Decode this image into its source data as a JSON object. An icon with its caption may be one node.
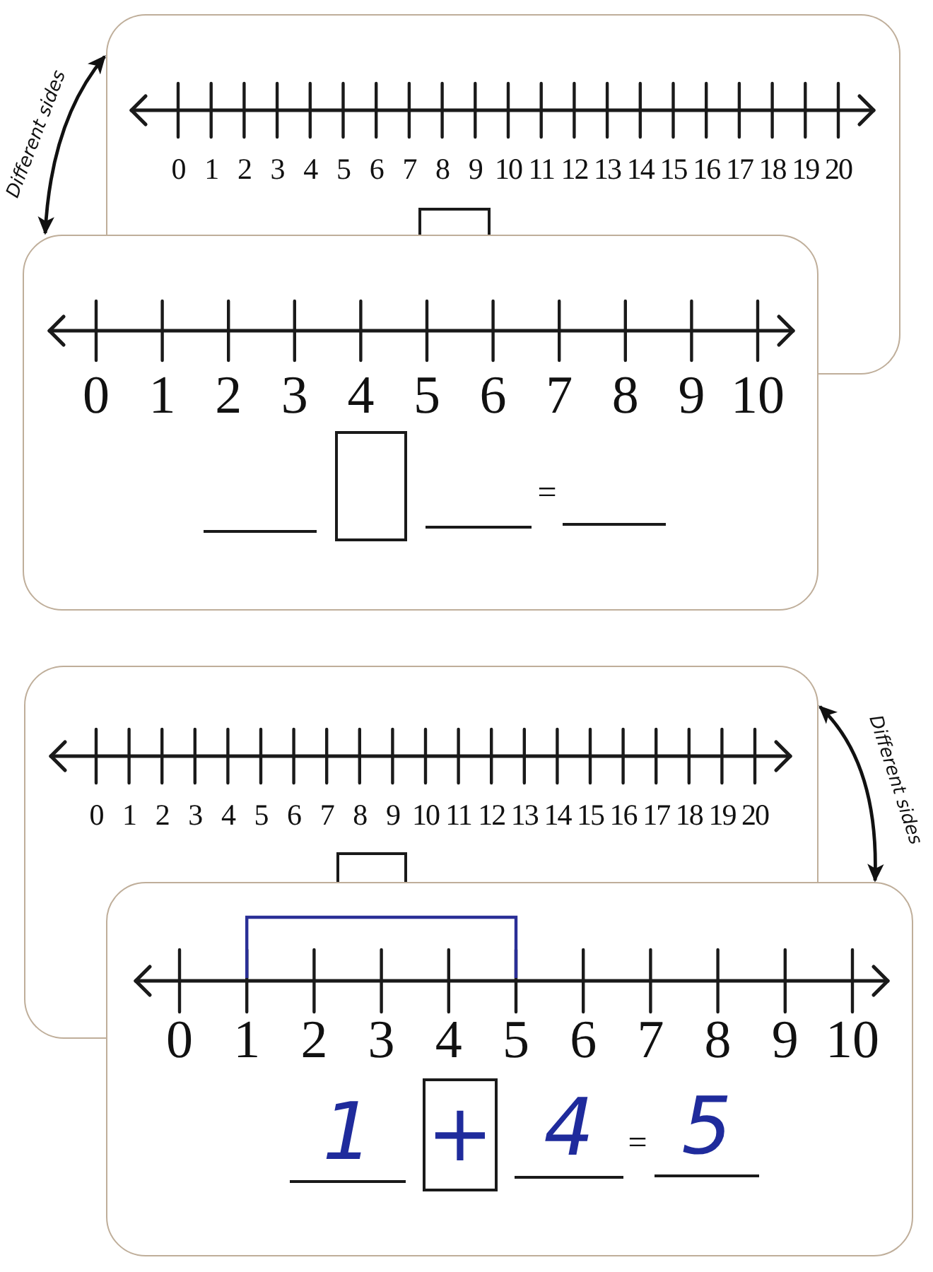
{
  "diagram": {
    "nodes": [
      {
        "text": [
          "0",
          "1",
          "2",
          "3",
          "4",
          "5",
          "6",
          "7",
          "8",
          "9",
          "10",
          "11",
          "12",
          "13",
          "14",
          "15",
          "16",
          "17",
          "18",
          "19",
          "20"
        ]
      },
      {
        "text": [],
        "shape": "box",
        "in": 0
      },
      {
        "text": [
          "0",
          "1",
          "2",
          "3",
          "4",
          "5",
          "6",
          "7",
          "8",
          "9",
          "10",
          "="
        ]
      },
      {
        "text": [],
        "shape": "box",
        "in": 2
      },
      {
        "text": [
          "0",
          "1",
          "2",
          "3",
          "4",
          "5",
          "6",
          "7",
          "8",
          "9",
          "10",
          "11",
          "12",
          "13",
          "14",
          "15",
          "16",
          "17",
          "18",
          "19",
          "20"
        ]
      },
      {
        "text": [],
        "shape": "box",
        "in": 4
      },
      {
        "text": [
          "0",
          "1",
          "2",
          "3",
          "4",
          "5",
          "6",
          "7",
          "8",
          "9",
          "10",
          "1",
          "4",
          "=",
          "5"
        ]
      },
      {
        "text": [
          "+"
        ],
        "in": 6
      }
    ],
    "edges": [
      {
        "from": 0,
        "to": 2,
        "arrow": "both",
        "label": "Different sides"
      },
      {
        "from": 4,
        "to": 6,
        "arrow": "both",
        "label": "Different sides"
      }
    ]
  }
}
